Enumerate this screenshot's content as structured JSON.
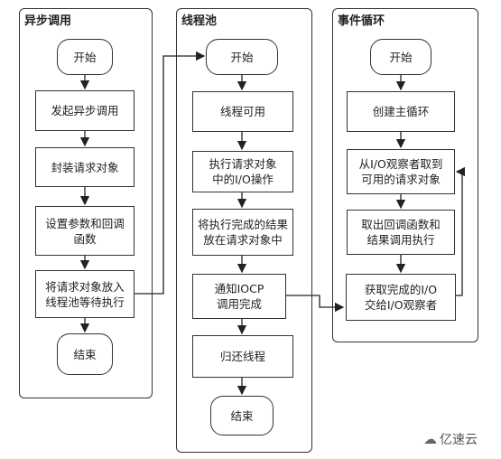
{
  "lanes": [
    {
      "title": "异步调用",
      "nodes": [
        "开始",
        "发起异步调用",
        "封装请求对象",
        "设置参数和回调\n函数",
        "将请求对象放入\n线程池等待执行",
        "结束"
      ]
    },
    {
      "title": "线程池",
      "nodes": [
        "开始",
        "线程可用",
        "执行请求对象\n中的I/O操作",
        "将执行完成的结果\n放在请求对象中",
        "通知IOCP\n调用完成",
        "归还线程",
        "结束"
      ]
    },
    {
      "title": "事件循环",
      "nodes": [
        "开始",
        "创建主循环",
        "从I/O观察者取到\n可用的请求对象",
        "取出回调函数和\n结果调用执行",
        "获取完成的I/O\n交给I/O观察者"
      ]
    }
  ],
  "watermark": {
    "text": "亿速云",
    "logo_icon": "cloud-logo-icon"
  }
}
